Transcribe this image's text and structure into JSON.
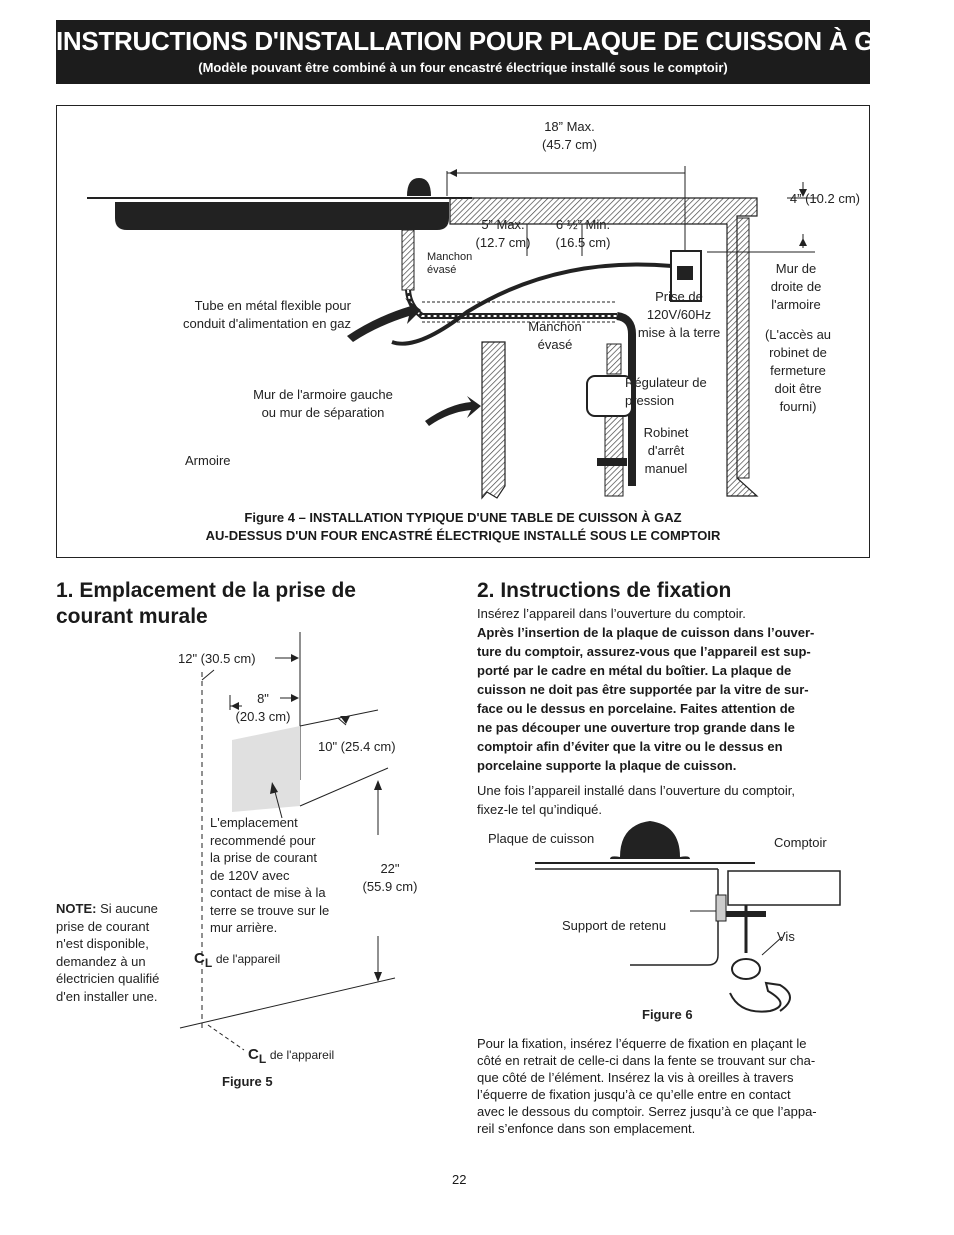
{
  "header": {
    "title": "INSTRUCTIONS D'INSTALLATION POUR PLAQUE DE CUISSON À GAZ",
    "subtitle": "(Modèle pouvant être combiné à un four encastré électrique installé sous le comptoir)"
  },
  "figure4": {
    "dim_18_line1": "18” Max.",
    "dim_18_line2": "(45.7 cm)",
    "dim_4": "4” (10.2 cm)",
    "dim_5_line1": "5” Max.",
    "dim_5_line2": "(12.7 cm)",
    "dim_6_line1": "6 ½” Min.",
    "dim_6_line2": "(16.5 cm)",
    "manchon_evase_1_line1": "Manchon",
    "manchon_evase_1_line2": "évasé",
    "manchon_evase_2_line1": "Manchon",
    "manchon_evase_2_line2": "évasé",
    "mur_droite_line1": "Mur de",
    "mur_droite_line2": "droite de",
    "mur_droite_line3": "l'armoire",
    "acces_line1": "(L'accès au",
    "acces_line2": "robinet de",
    "acces_line3": "fermeture",
    "acces_line4": "doit être",
    "acces_line5": "fourni)",
    "tube_line1": "Tube en métal flexible pour",
    "tube_line2": "conduit d'alimentation en gaz",
    "prise_line1": "Prise de",
    "prise_line2": "120V/60Hz",
    "prise_line3": "mise à la terre",
    "mur_gauche_line1": "Mur de l'armoire gauche",
    "mur_gauche_line2": "ou mur de séparation",
    "regulateur_line1": "Régulateur de",
    "regulateur_line2": "pression",
    "armoire": "Armoire",
    "robinet_line1": "Robinet",
    "robinet_line2": "d'arrêt",
    "robinet_line3": "manuel",
    "caption_line1": "Figure 4 – INSTALLATION TYPIQUE D'UNE TABLE DE CUISSON À GAZ",
    "caption_line2": "AU-DESSUS D'UN FOUR ENCASTRÉ ÉLECTRIQUE INSTALLÉ SOUS LE COMPTOIR"
  },
  "section1": {
    "heading_line1": "1. Emplacement de la prise de",
    "heading_line2": "courant murale",
    "dim_12": "12\" (30.5 cm)",
    "dim_8_line1": "8\"",
    "dim_8_line2": "(20.3 cm)",
    "dim_10": "10\" (25.4 cm)",
    "dim_22_line1": "22\"",
    "dim_22_line2": "(55.9 cm)",
    "recommended_lines": [
      "L'emplacement",
      "recommendé pour",
      "la prise de courant",
      "de 120V avec",
      "contact de mise à la",
      "terre se trouve sur le",
      "mur arrière."
    ],
    "note_label": "NOTE:",
    "note_lines": [
      "Si aucune",
      "prise de courant",
      "n'est disponible,",
      "demandez à un",
      "électricien qualifié",
      "d'en installer une."
    ],
    "cl_symbol": "C",
    "cl_sub": "L",
    "cl_text": "de l'appareil",
    "caption": "Figure 5"
  },
  "section2": {
    "heading": "2. Instructions de fixation",
    "intro": "Insérez l’appareil dans l’ouverture du comptoir.",
    "bold_lines": [
      "Après l’insertion de la plaque de cuisson dans l’ouver-",
      "ture du comptoir, assurez-vous que l’appareil est sup-",
      "porté par le cadre en métal du boîtier. La plaque de",
      "cuisson ne doit pas être supportée par la vitre de sur-",
      "face ou le dessus en porcelaine.  Faites attention de",
      "ne pas découper une ouverture trop grande dans le",
      "comptoir afin d’éviter que la vitre ou le dessus en",
      "porcelaine supporte la plaque de cuisson."
    ],
    "after_lines": [
      "Une fois l’appareil installé dans l’ouverture du comptoir,",
      "fixez-le tel qu’indiqué."
    ],
    "fig6_plaque": "Plaque de cuisson",
    "fig6_comptoir": "Comptoir",
    "fig6_support": "Support de retenu",
    "fig6_vis": "Vis",
    "fig6_caption": "Figure 6",
    "final_lines": [
      "Pour la fixation, insérez l’équerre de fixation en plaçant le",
      "côté en retrait de celle-ci dans la fente se trouvant sur cha-",
      "que côté de l’élément. Insérez la vis à oreilles à travers",
      "l’équerre de fixation jusqu’à ce qu’elle entre en contact",
      "avec le dessous du comptoir. Serrez jusqu’à ce que l’appa-",
      "reil s’enfonce dans son emplacement."
    ]
  },
  "page_number": "22"
}
